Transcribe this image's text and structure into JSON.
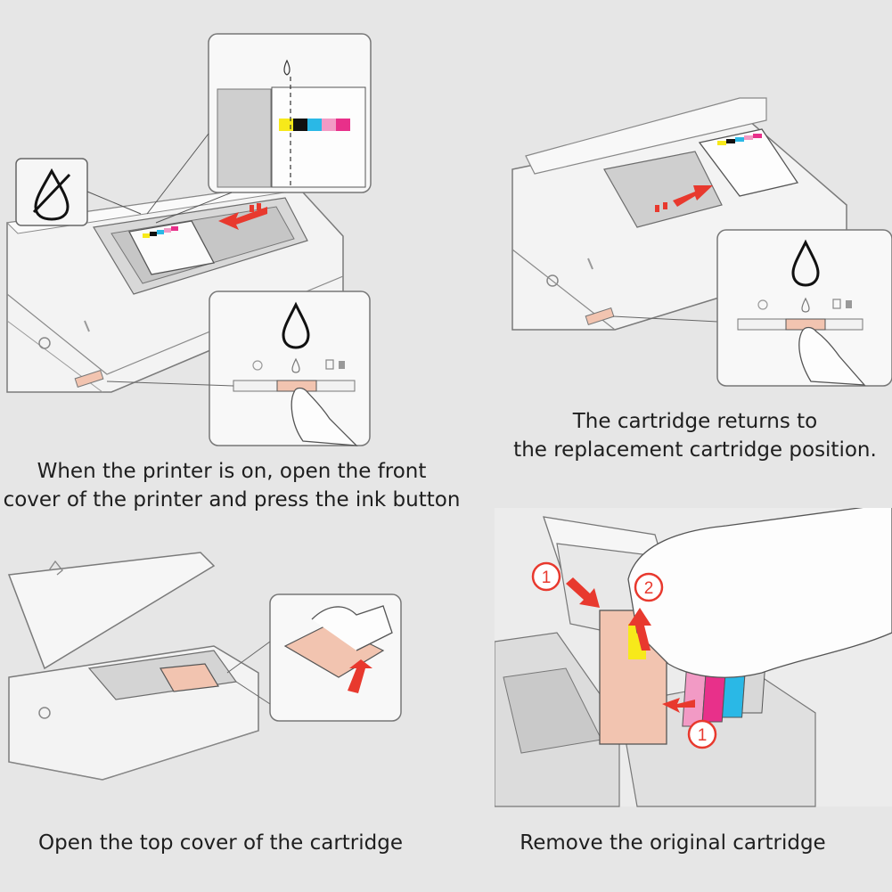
{
  "steps": [
    {
      "caption_lines": [
        "When the printer is on, open the front",
        "cover of the printer and press the ink button"
      ]
    },
    {
      "caption_lines": [
        "The cartridge returns to",
        "the replacement cartridge position."
      ]
    },
    {
      "caption_lines": [
        "Open the top cover of the cartridge"
      ]
    },
    {
      "caption_lines": [
        "Remove the original cartridge"
      ]
    }
  ],
  "markers": {
    "one": "1",
    "two": "2"
  },
  "colors": {
    "background": "#e6e6e6",
    "line": "#6d6d6d",
    "arrow": "#e8392e",
    "highlight": "#f2c4b0",
    "ink_yellow": "#f7e91a",
    "ink_black": "#111111",
    "ink_cyan": "#2ab8e6",
    "ink_pink": "#f29ac5",
    "ink_magenta": "#e8308a"
  }
}
